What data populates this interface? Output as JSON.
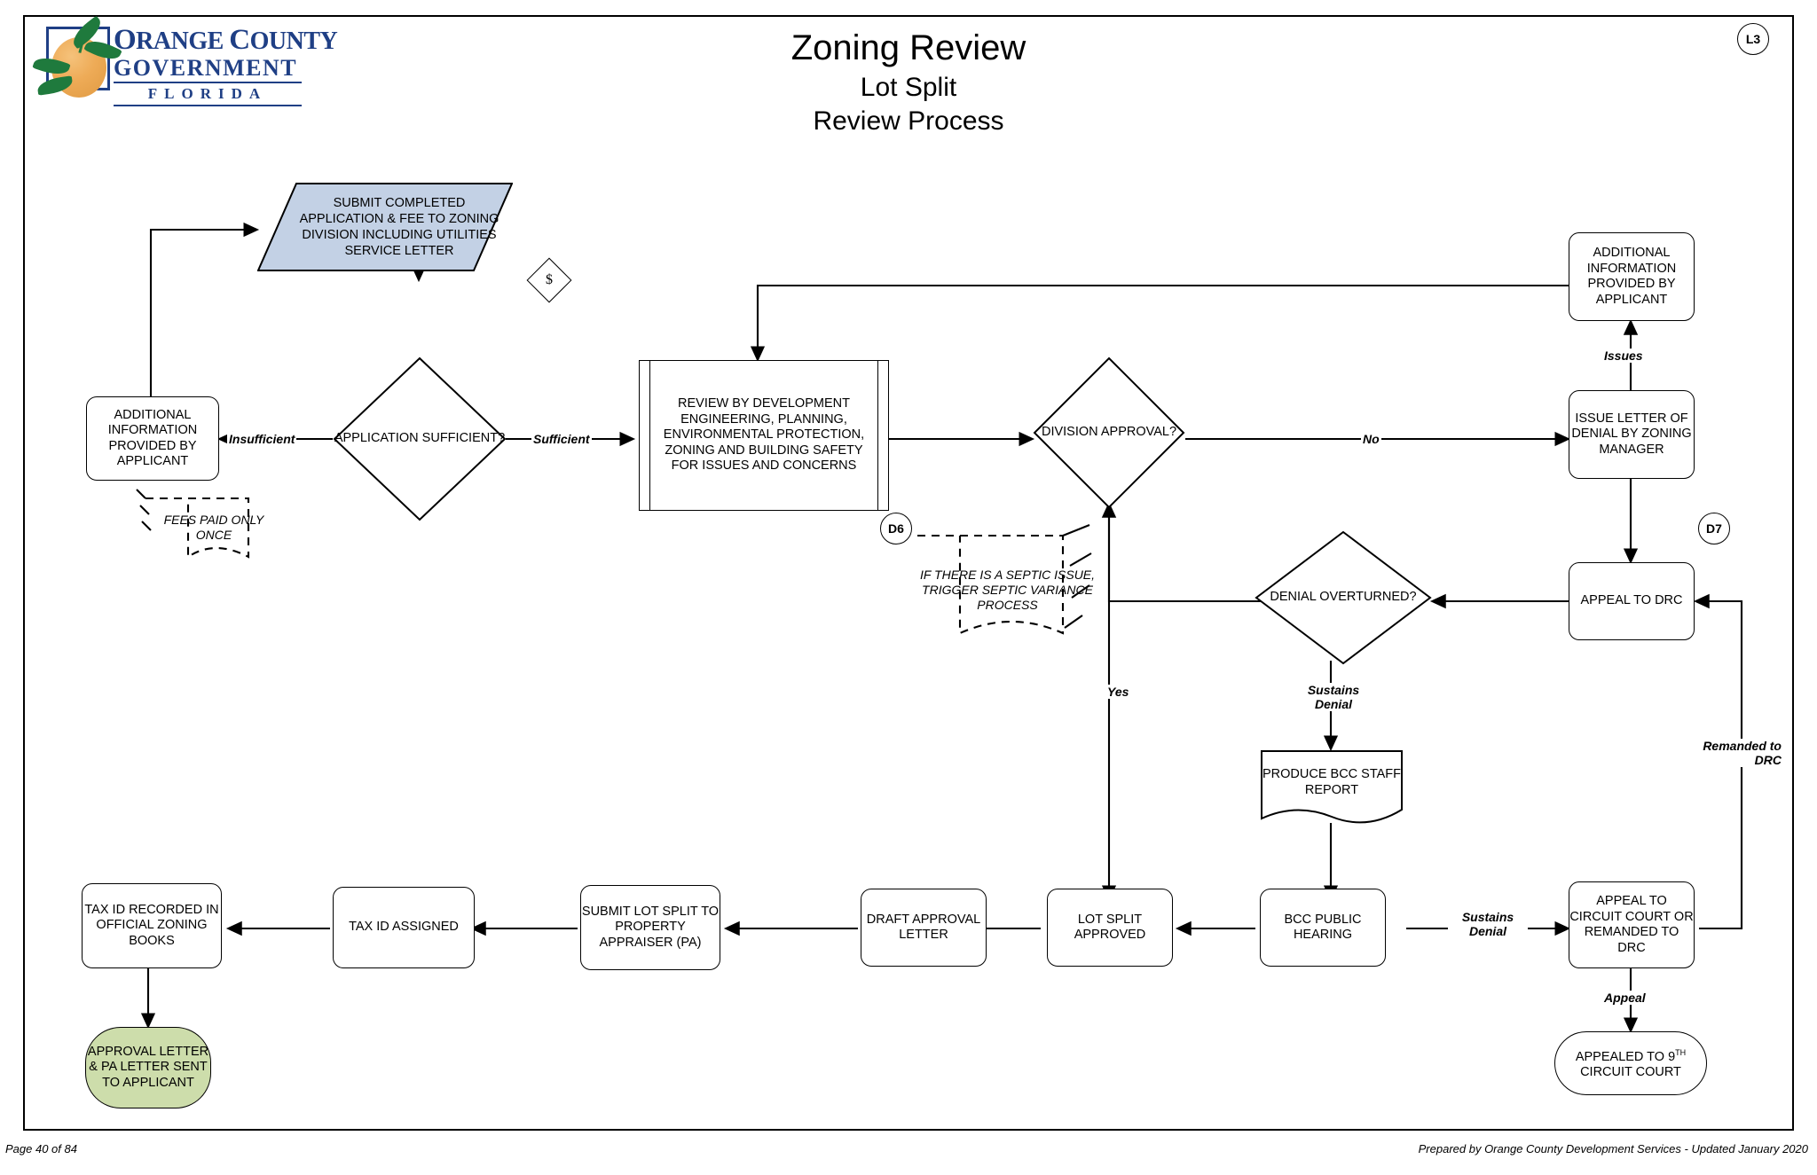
{
  "document": {
    "title_main": "Zoning Review",
    "title_sub1": "Lot Split",
    "title_sub2": "Review Process",
    "page_marker": "L3",
    "footer_left": "Page 40 of 84",
    "footer_right": "Prepared by Orange County Development Services - Updated January 2020"
  },
  "logo": {
    "line1a": "O",
    "line1b": "RANGE",
    "line1c": "C",
    "line1d": "OUNTY",
    "line2": "GOVERNMENT",
    "line3": "FLORIDA",
    "brand_color": "#1f3f85",
    "fruit_color": "#e09a42",
    "leaf_color": "#1f7a3d"
  },
  "colors": {
    "input_fill": "#c3d1e5",
    "terminal_fill": "#cdddab",
    "stroke": "#000000",
    "page_bg": "#ffffff"
  },
  "nodes": {
    "submit_application": "SUBMIT COMPLETED APPLICATION & FEE TO ZONING DIVISION INCLUDING UTILITIES SERVICE LETTER",
    "dollar_marker": "$",
    "application_sufficient": "APPLICATION SUFFICIENT?",
    "additional_info_left": "ADDITIONAL INFORMATION PROVIDED BY APPLICANT",
    "review_by_development": "REVIEW BY DEVELOPMENT ENGINEERING, PLANNING, ENVIRONMENTAL PROTECTION, ZONING AND BUILDING SAFETY FOR ISSUES AND CONCERNS",
    "division_approval": "DIVISION APPROVAL?",
    "additional_info_right": "ADDITIONAL INFORMATION PROVIDED BY APPLICANT",
    "issue_letter_denial": "ISSUE LETTER OF DENIAL BY ZONING MANAGER",
    "appeal_to_drc": "APPEAL TO DRC",
    "denial_overturned": "DENIAL OVERTURNED?",
    "produce_bcc_staff_report": "PRODUCE BCC STAFF REPORT",
    "lot_split_approved": "LOT SPLIT APPROVED",
    "bcc_public_hearing": "BCC PUBLIC HEARING",
    "appeal_circuit_court": "APPEAL TO CIRCUIT COURT OR REMANDED TO DRC",
    "appealed_circuit_court_pre": "APPEALED TO 9",
    "appealed_circuit_court_sup": "TH",
    "appealed_circuit_court_post": "CIRCUIT COURT",
    "draft_approval_letter": "DRAFT APPROVAL LETTER",
    "submit_lot_split_pa": "SUBMIT LOT SPLIT TO PROPERTY APPRAISER (PA)",
    "tax_id_assigned": "TAX ID ASSIGNED",
    "tax_id_recorded": "TAX ID RECORDED IN OFFICIAL ZONING BOOKS",
    "approval_letter_sent": "APPROVAL LETTER & PA LETTER SENT TO APPLICANT"
  },
  "markers": {
    "d6": "D6",
    "d7": "D7"
  },
  "notes": {
    "fees_paid": "FEES PAID ONLY ONCE",
    "septic": "IF THERE IS A SEPTIC ISSUE, TRIGGER SEPTIC VARIANCE PROCESS"
  },
  "edge_labels": {
    "insufficient": "Insufficient",
    "sufficient": "Sufficient",
    "no": "No",
    "yes": "Yes",
    "issues": "Issues",
    "sustains_denial_1": "Sustains Denial",
    "sustains_denial_2": "Sustains Denial",
    "remanded_to_drc": "Remanded to DRC",
    "appeal": "Appeal"
  }
}
